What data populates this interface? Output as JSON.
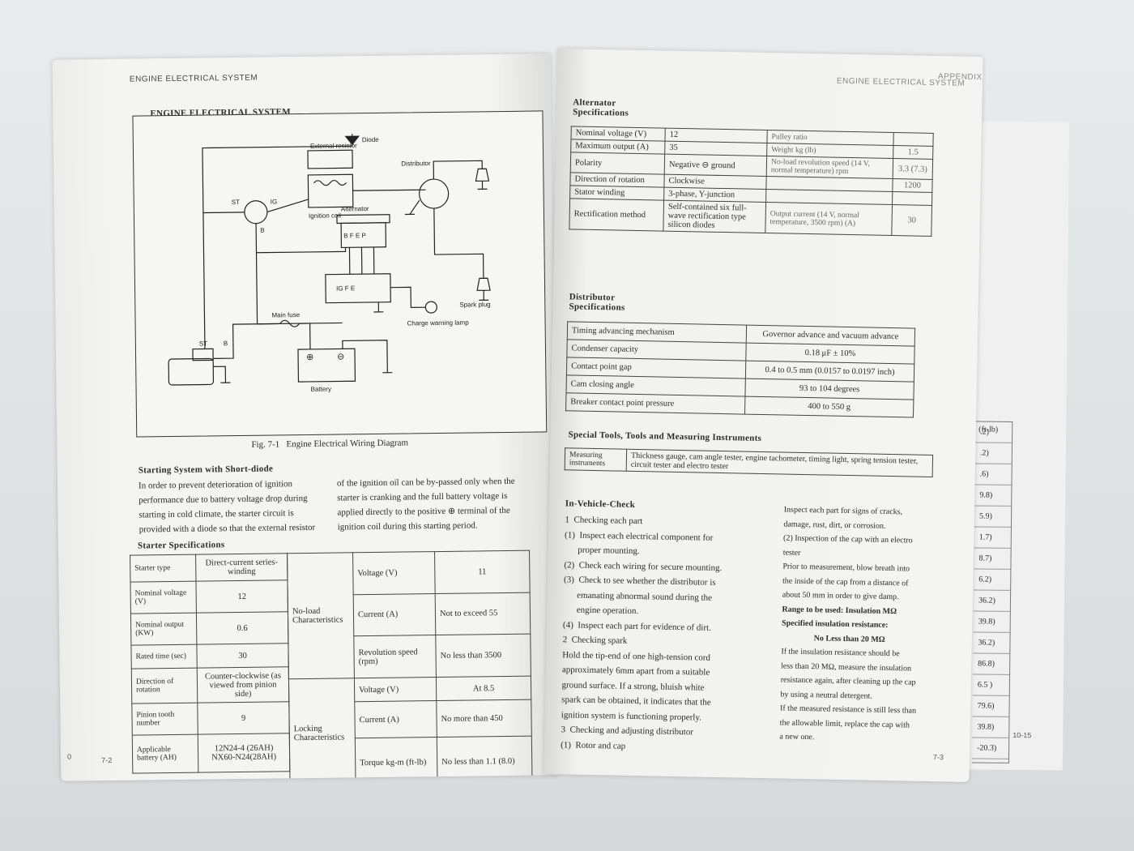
{
  "left_page": {
    "header": "ENGINE ELECTRICAL SYSTEM",
    "diagram_title": "ENGINE ELECTRICAL SYSTEM",
    "diagram_labels": {
      "diode": "Diode",
      "external_resistor": "External resistor",
      "distributor": "Distributor",
      "ignition_coil": "Ignition coil",
      "alternator": "Alternator",
      "alt_terminals": "B F E P",
      "regulator_terminals": "IG  F E",
      "switch_st": "ST",
      "switch_ig": "IG",
      "switch_b": "B",
      "spark_plug": "Spark plug",
      "main_fuse": "Main fuse",
      "charge_lamp": "Charge warning lamp",
      "starter_st": "ST",
      "starter_b": "B",
      "battery": "Battery",
      "plus": "⊕",
      "minus": "⊖"
    },
    "fig_number": "Fig. 7-1",
    "fig_caption": "Engine Electrical Wiring Diagram",
    "short_diode_title": "Starting System with Short-diode",
    "para_left": "In order to prevent deterioration of ignition performance due to battery voltage drop during starting in cold climate, the starter circuit is provided with a diode so that the external resistor",
    "para_right": "of the ignition oil can be by-passed only when the starter is cranking and the full battery voltage is applied directly to the positive ⊕ terminal of the ignition coil during this starting period.",
    "starter_title": "Starter Specifications",
    "starter_rows": [
      {
        "label": "Starter type",
        "value": "Direct-current series-winding"
      },
      {
        "label": "Nominal voltage (V)",
        "value": "12"
      },
      {
        "label": "Nominal output (KW)",
        "value": "0.6"
      },
      {
        "label": "Rated time (sec)",
        "value": "30"
      },
      {
        "label": "Direction of rotation",
        "value": "Counter-clockwise (as viewed from pinion side)"
      },
      {
        "label": "Pinion tooth number",
        "value": "9"
      },
      {
        "label": "Applicable battery (AH)",
        "value": "12N24-4 (26AH) NX60-N24(28AH)"
      }
    ],
    "noload_label": "No-load Characteristics",
    "noload_rows": [
      {
        "label": "Voltage (V)",
        "value": "11"
      },
      {
        "label": "Current (A)",
        "value": "Not to exceed 55"
      },
      {
        "label": "Revolution speed (rpm)",
        "value": "No less than 3500"
      }
    ],
    "locking_label": "Locking Characteristics",
    "locking_rows": [
      {
        "label": "Voltage (V)",
        "value": "At 8.5"
      },
      {
        "label": "Current (A)",
        "value": "No more than 450"
      },
      {
        "label": "Torque kg-m (ft-lb)",
        "value": "No less than 1.1 (8.0)"
      }
    ],
    "page_number": "7-2",
    "edge_mark": "0"
  },
  "right_page": {
    "header_center": "ENGINE ELECTRICAL SYSTEM",
    "header_right": "APPENDIX",
    "alternator_title": "Alternator Specifications",
    "alt_rows": [
      {
        "label": "Nominal voltage (V)",
        "value": "12",
        "label2": "Pulley ratio",
        "value2": ""
      },
      {
        "label": "Maximum output (A)",
        "value": "35",
        "label2": "Weight kg (lb)",
        "value2": "1.5"
      },
      {
        "label": "Polarity",
        "value": "Negative ⊖ ground",
        "label2": "No-load revolution speed (14 V, normal temperature) rpm",
        "value2": "3.3 (7.3)"
      },
      {
        "label": "Direction of rotation",
        "value": "Clockwise",
        "label2": "",
        "value2": "1200"
      },
      {
        "label": "Stator winding",
        "value": "3-phase, Y-junction",
        "label2": "",
        "value2": ""
      },
      {
        "label": "Rectification method",
        "value": "Self-contained six full-wave rectification type silicon diodes",
        "label2": "Output current (14 V, normal temperature, 3500 rpm) (A)",
        "value2": "30"
      }
    ],
    "distributor_title": "Distributor Specifications",
    "dist_rows": [
      {
        "label": "Timing advancing mechanism",
        "value": "Governor advance and vacuum advance"
      },
      {
        "label": "Condenser capacity",
        "value": "0.18 μF ± 10%"
      },
      {
        "label": "Contact point gap",
        "value": "0.4 to 0.5 mm (0.0157 to 0.0197 inch)"
      },
      {
        "label": "Cam closing angle",
        "value": "93 to 104 degrees"
      },
      {
        "label": "Breaker contact point pressure",
        "value": "400 to 550 g"
      }
    ],
    "tools_title": "Special Tools, Tools and Measuring Instruments",
    "tools_label": "Measuring instruments",
    "tools_value": "Thickness gauge, cam angle tester, engine tachometer, timing light, spring tension tester, circuit tester and electro tester",
    "invehicle_title": "In-Vehicle-Check",
    "col1_lines": [
      "1  Checking each part",
      "(1)  Inspect each electrical component for",
      "      proper mounting.",
      "(2)  Check each wiring for secure mounting.",
      "(3)  Check to see whether the distributor is",
      "      emanating abnormal sound during the",
      "      engine operation.",
      "(4)  Inspect each part for evidence of dirt.",
      "2  Checking spark",
      "Hold the tip-end of one high-tension cord",
      "approximately 6mm apart from a suitable",
      "ground surface. If a strong, bluish white",
      "spark can be obtained, it indicates that the",
      "ignition system is functioning properly.",
      "3  Checking and adjusting distributor",
      "(1)  Rotor and cap"
    ],
    "col2_lines": [
      "Inspect each part for signs of cracks,",
      "damage, rust, dirt, or corrosion.",
      "(2)  Inspection of the cap with an electro",
      "tester",
      "Prior to measurement, blow breath into",
      "the inside of the cap from a distance of",
      "about 50 mm in order to give damp.",
      "Range to be used: Insulation MΩ",
      "Specified insulation resistance:",
      "No Less than 20 MΩ",
      "If the insulation resistance should be",
      "less than 20 MΩ, measure the insulation",
      "resistance again, after cleaning up the cap",
      "by using a neutral detergent.",
      "If the measured resistance is still less than",
      "the allowable limit, replace the cap with",
      "a new one."
    ],
    "page_number": "7-3"
  },
  "back_page": {
    "header_mark": "",
    "page_number": "10-15",
    "col_header": "(ft-lb)",
    "values": [
      ".2)",
      ".2)",
      ".6)",
      "9.8)",
      "5.9)",
      "1.7)",
      "8.7)",
      "6.2)",
      "36.2)",
      "39.8)",
      "36.2)",
      "86.8)",
      "6.5 )",
      "79.6)",
      "39.8)",
      "-20.3)"
    ]
  }
}
